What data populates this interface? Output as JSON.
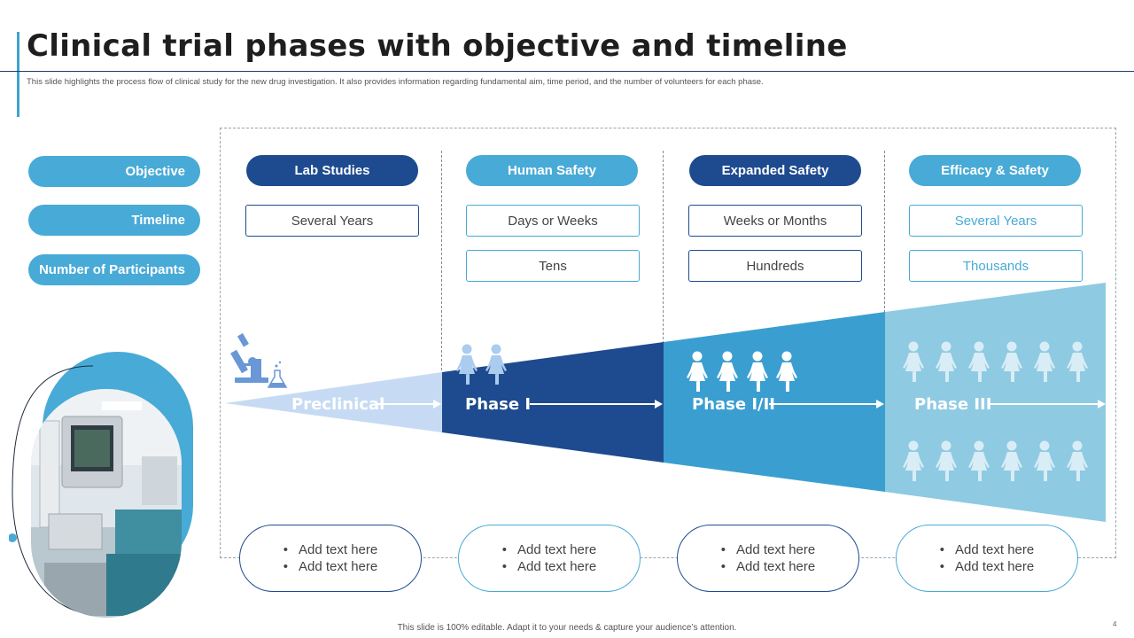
{
  "title": "Clinical trial phases with objective and timeline",
  "subtitle": "This slide highlights the process flow of clinical study for the new drug investigation. It also provides information regarding fundamental aim, time period, and the number of volunteers for each phase.",
  "row_labels": {
    "objective": "Objective",
    "timeline": "Timeline",
    "participants": "Number of Participants"
  },
  "columns": [
    {
      "objective": "Lab Studies",
      "timeline": "Several Years",
      "participants": ""
    },
    {
      "objective": "Human Safety",
      "timeline": "Days or Weeks",
      "participants": "Tens"
    },
    {
      "objective": "Expanded Safety",
      "timeline": "Weeks or Months",
      "participants": "Hundreds"
    },
    {
      "objective": "Efficacy & Safety",
      "timeline": "Several Years",
      "participants": "Thousands"
    }
  ],
  "phases": [
    "Preclinical",
    "Phase I",
    "Phase I/II",
    "Phase III"
  ],
  "notes": {
    "bullet": "Add text here"
  },
  "footer": "This slide is 100% editable. Adapt it to your needs & capture your audience’s attention.",
  "page_number": "4",
  "colors": {
    "navy": "#1e4b8f",
    "sky": "#48aad6",
    "pale": "#c6dbf3",
    "phase3": "#8ecae2"
  },
  "icons": [
    "microscope-icon",
    "flask-icon",
    "person-icon",
    "photo-hospital-room"
  ]
}
